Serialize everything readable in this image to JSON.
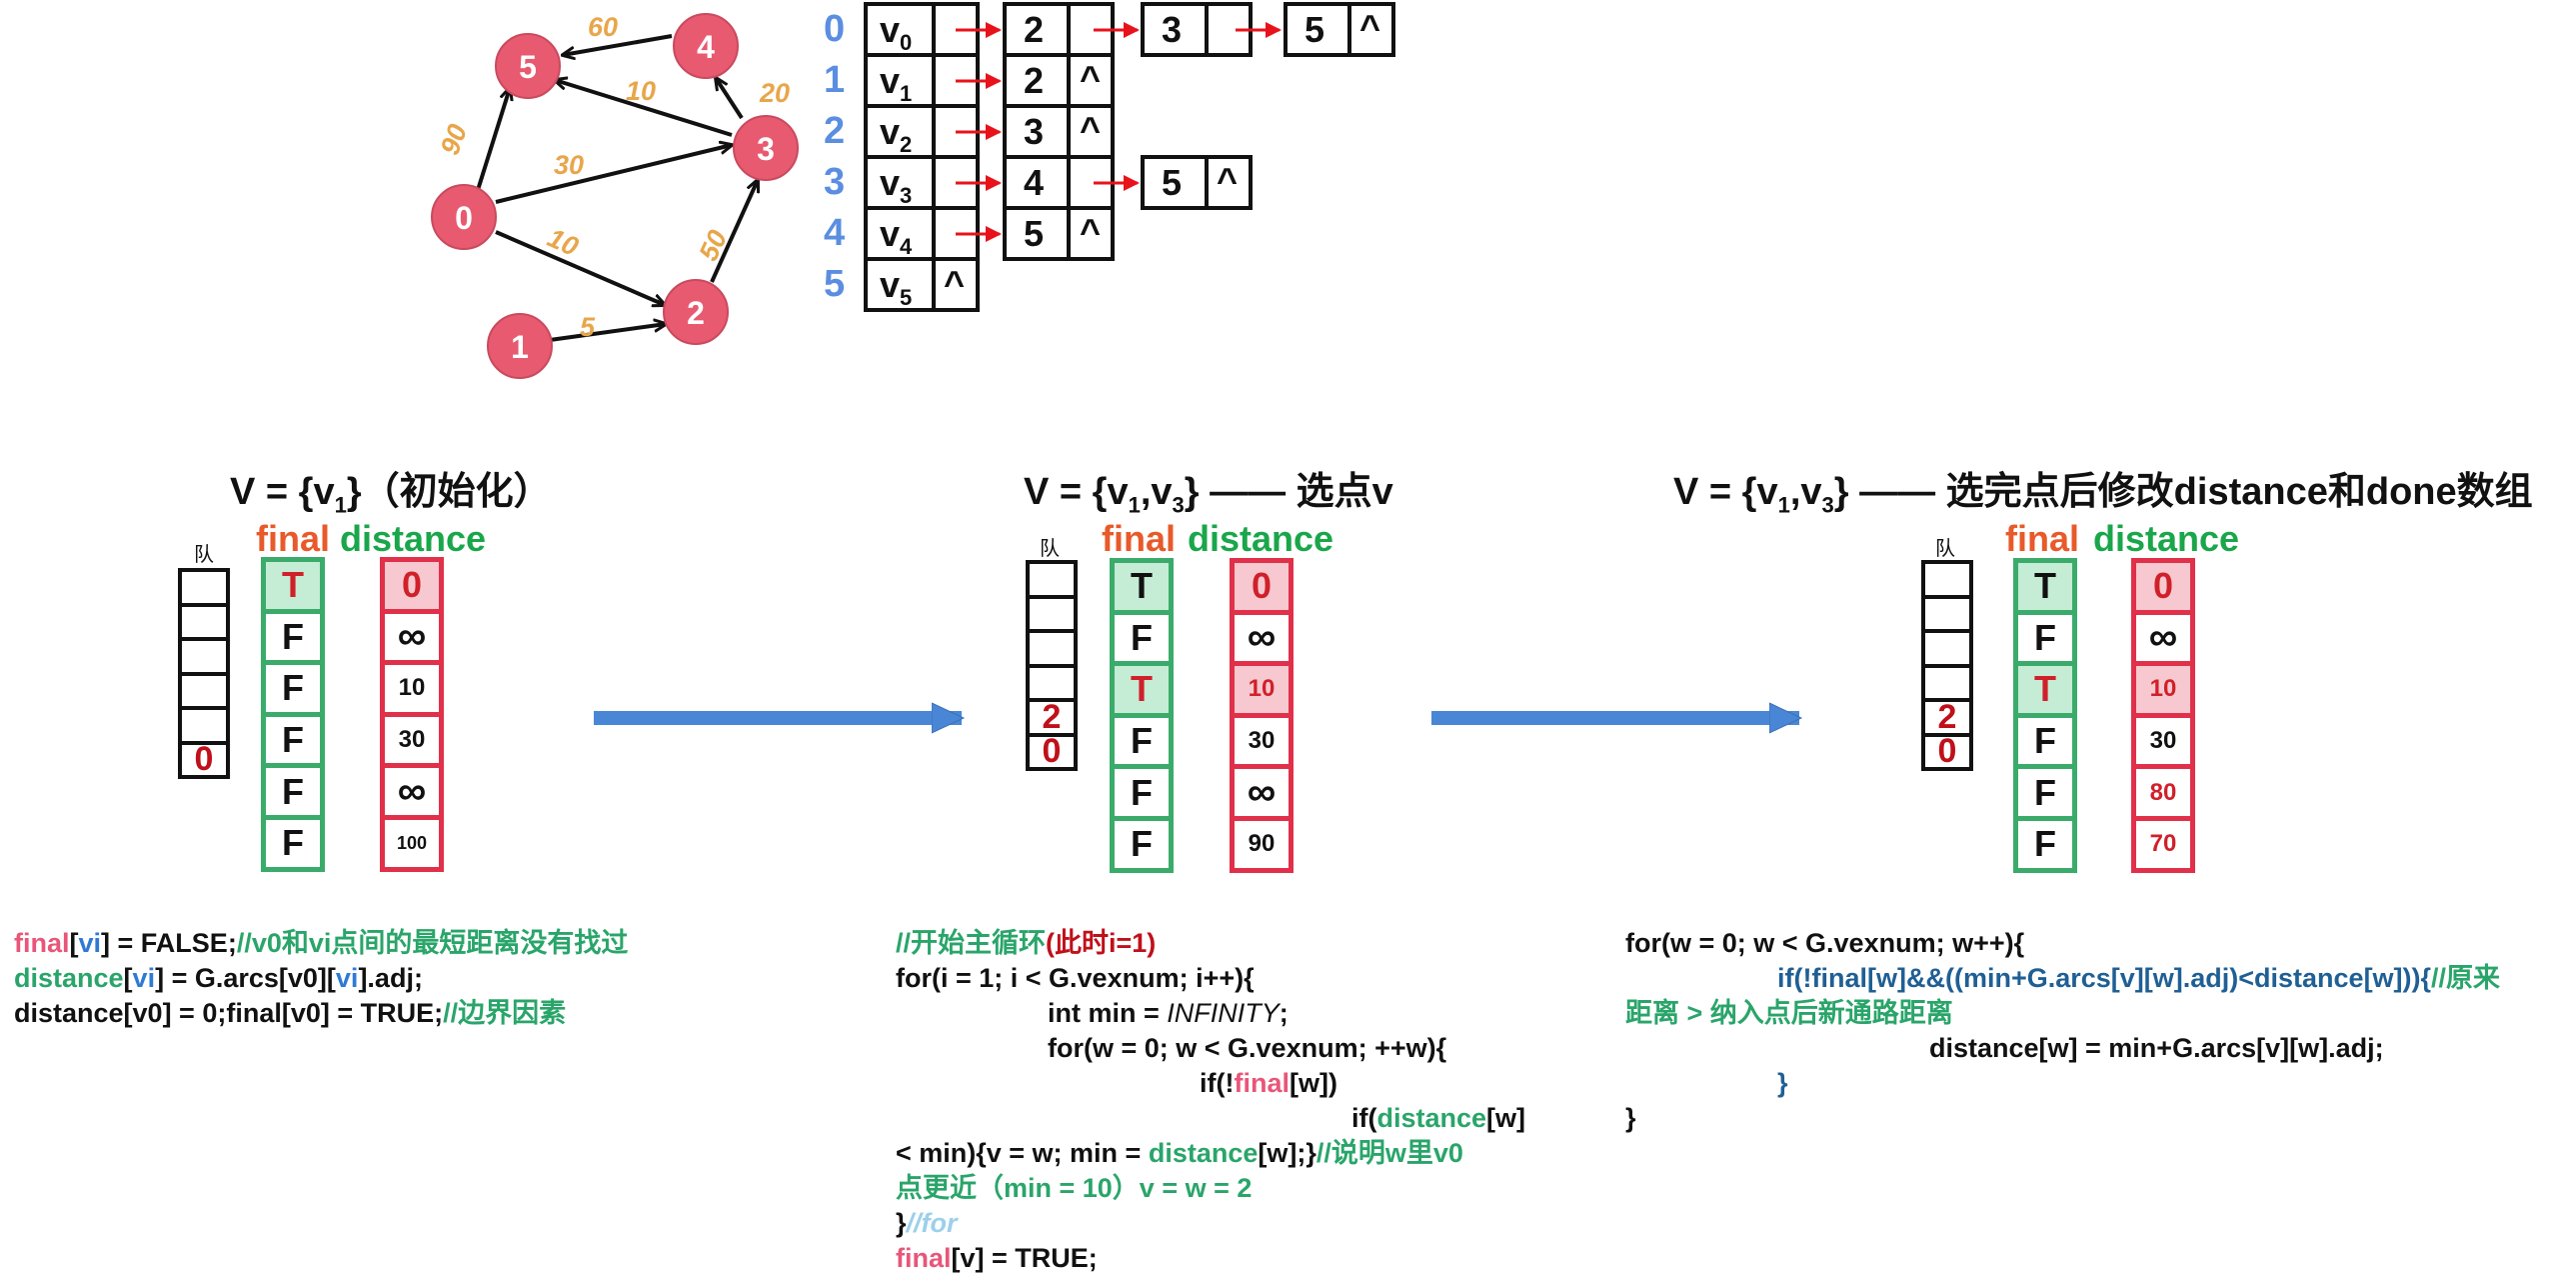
{
  "graph": {
    "nodes": [
      "0",
      "1",
      "2",
      "3",
      "4",
      "5"
    ],
    "weights": [
      "60",
      "10",
      "20",
      "90",
      "30",
      "50",
      "10",
      "5"
    ]
  },
  "adjacency": {
    "indices": [
      "0",
      "1",
      "2",
      "3",
      "4",
      "5"
    ],
    "vertices": [
      "v",
      "v",
      "v",
      "v",
      "v",
      "v"
    ],
    "vertex_subs": [
      "0",
      "1",
      "2",
      "3",
      "4",
      "5"
    ],
    "null_mark": "^",
    "row0": [
      "2",
      "3",
      "5"
    ],
    "row1": [
      "2"
    ],
    "row2": [
      "3"
    ],
    "row3": [
      "4",
      "5"
    ],
    "row4": [
      "5"
    ]
  },
  "panels": [
    {
      "title_pre": "V = {v",
      "title_sub": "1",
      "title_post": "}（初始化）",
      "queue_label": "队",
      "final_label": "final",
      "distance_label": "distance",
      "queue": [
        "",
        "",
        "",
        "",
        "",
        "0"
      ],
      "final": [
        "T",
        "F",
        "F",
        "F",
        "F",
        "F"
      ],
      "distance": [
        "0",
        "∞",
        "10",
        "30",
        "∞",
        "100"
      ]
    },
    {
      "title_pre": "V = {v",
      "title_sub": "1",
      "title_mid": ",v",
      "title_sub2": "3",
      "title_post": "} —— 选点v",
      "queue_label": "队",
      "final_label": "final",
      "distance_label": "distance",
      "queue": [
        "",
        "",
        "",
        "",
        "2",
        "0"
      ],
      "final": [
        "T",
        "F",
        "T",
        "F",
        "F",
        "F"
      ],
      "distance": [
        "0",
        "∞",
        "10",
        "30",
        "∞",
        "90"
      ]
    },
    {
      "title_pre": "V = {v",
      "title_sub": "1",
      "title_mid": ",v",
      "title_sub2": "3",
      "title_post": "} —— 选完点后修改distance和done数组",
      "queue_label": "队",
      "final_label": "final",
      "distance_label": "distance",
      "queue": [
        "",
        "",
        "",
        "",
        "2",
        "0"
      ],
      "final": [
        "T",
        "F",
        "T",
        "F",
        "F",
        "F"
      ],
      "distance": [
        "0",
        "∞",
        "10",
        "30",
        "80",
        "70"
      ]
    }
  ],
  "code1": {
    "l1a": "final",
    "l1b": "[",
    "l1c": "vi",
    "l1d": "] = FALSE;",
    "l1e": "//v0和vi点间的最短距离没有找过",
    "l2a": "distance",
    "l2b": "[",
    "l2c": "vi",
    "l2d": "] = G.arcs[v0][",
    "l2e": "vi",
    "l2f": "].adj;",
    "l3a": "distance[v0] = 0;final[v0] = TRUE;",
    "l3b": "//边界因素"
  },
  "code2": {
    "l1a": "//开始主循环",
    "l1b": "(此时i=1)",
    "l2": "for(i = 1; i < G.vexnum; i++){",
    "l3a": "int min = ",
    "l3b": "INFINITY",
    "l3c": ";",
    "l4": "for(w = 0; w < G.vexnum; ++w){",
    "l5a": "if(!",
    "l5b": "final",
    "l5c": "[w])",
    "l6a": "if(",
    "l6b": "distance",
    "l6c": "[w]",
    "l7a": "< min){v = w; min = ",
    "l7b": "distance",
    "l7c": "[w];}",
    "l7d": "//说明w里v0",
    "l8": "点更近（min = 10）v = w = 2",
    "l9a": "}",
    "l9b": "//for",
    "l10a": "final",
    "l10b": "[v] = TRUE;"
  },
  "code3": {
    "l1": "for(w = 0; w < G.vexnum; w++){",
    "l2a": "if(!final[w]&&((min+G.arcs[v][w].adj)<distance[w])){",
    "l2b": "//原来",
    "l3": "距离 > 纳入点后新通路距离",
    "l4": "distance[w] = min+G.arcs[v][w].adj;",
    "l5": "}",
    "l6": "}"
  },
  "colors": {
    "node": "#e85a70",
    "weight": "#e8a64a",
    "final_border": "#3bab6b",
    "distance_border": "#e0304a",
    "arrow_blue": "#4a86d6",
    "adj_arrow": "#e8121a"
  }
}
